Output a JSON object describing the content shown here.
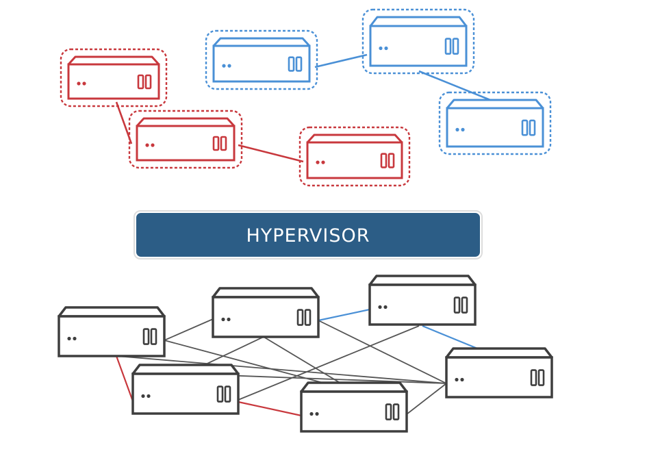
{
  "colors": {
    "red": "#c8383d",
    "blue": "#4a90d6",
    "dark": "#3e3e3e",
    "gray_link": "#555555",
    "hypervisor_fill": "#2c5d86",
    "hypervisor_text": "#ffffff"
  },
  "hypervisor": {
    "label": "HYPERVISOR"
  },
  "virtual_servers": [
    {
      "id": "v-red-1",
      "group": "red"
    },
    {
      "id": "v-red-2",
      "group": "red"
    },
    {
      "id": "v-red-3",
      "group": "red"
    },
    {
      "id": "v-blue-1",
      "group": "blue"
    },
    {
      "id": "v-blue-2",
      "group": "blue"
    },
    {
      "id": "v-blue-3",
      "group": "blue"
    }
  ],
  "virtual_links": [
    {
      "from": "v-red-1",
      "to": "v-red-2",
      "color": "red"
    },
    {
      "from": "v-red-2",
      "to": "v-red-3",
      "color": "red"
    },
    {
      "from": "v-blue-1",
      "to": "v-blue-2",
      "color": "blue"
    },
    {
      "from": "v-blue-2",
      "to": "v-blue-3",
      "color": "blue"
    }
  ],
  "physical_servers": [
    {
      "id": "p1"
    },
    {
      "id": "p2"
    },
    {
      "id": "p3"
    },
    {
      "id": "p4"
    },
    {
      "id": "p5"
    },
    {
      "id": "p6"
    }
  ],
  "physical_links": [
    {
      "from": "p1",
      "to": "p2",
      "color": "gray"
    },
    {
      "from": "p1",
      "to": "p5",
      "color": "gray"
    },
    {
      "from": "p1",
      "to": "p6",
      "color": "gray"
    },
    {
      "from": "p2",
      "to": "p4",
      "color": "gray"
    },
    {
      "from": "p2",
      "to": "p5",
      "color": "gray"
    },
    {
      "from": "p2",
      "to": "p6",
      "color": "gray"
    },
    {
      "from": "p3",
      "to": "p4",
      "color": "gray"
    },
    {
      "from": "p4",
      "to": "p6",
      "color": "gray"
    },
    {
      "from": "p5",
      "to": "p6",
      "color": "gray"
    },
    {
      "from": "p1",
      "to": "p4",
      "color": "red"
    },
    {
      "from": "p4",
      "to": "p5",
      "color": "red"
    },
    {
      "from": "p2",
      "to": "p3",
      "color": "blue"
    },
    {
      "from": "p3",
      "to": "p6",
      "color": "blue"
    }
  ]
}
